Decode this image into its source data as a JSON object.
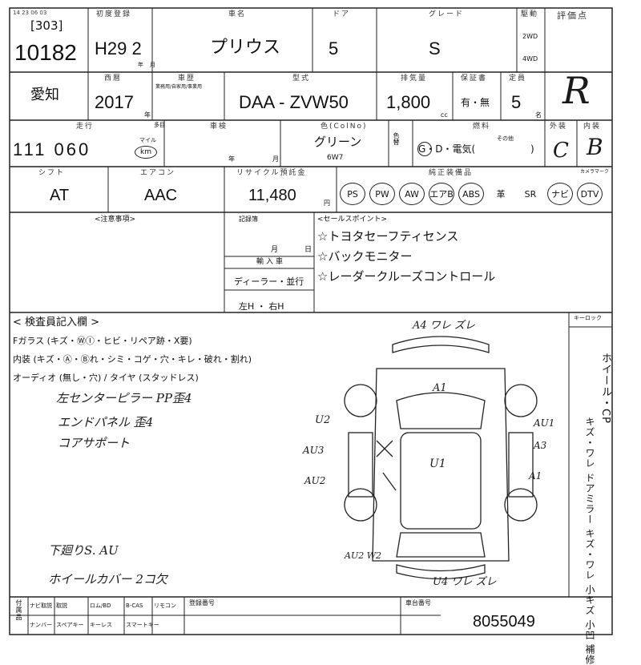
{
  "header": {
    "tiny_date": "14 23 06 03",
    "lane_code": "[303]",
    "lot_number": "10182",
    "labels": {
      "first_reg": "初度登録",
      "car_name": "車名",
      "doors": "ドア",
      "grade": "グレード",
      "drive": "駆動",
      "score": "評価点"
    },
    "first_reg_value": "H29 2",
    "first_reg_unit": "年月",
    "car_name_value": "プリウス",
    "doors_value": "5",
    "grade_value": "S",
    "drive_2wd": "2WD",
    "drive_4wd": "4WD",
    "score_value": "R"
  },
  "row2": {
    "region": "愛知",
    "labels": {
      "model_year": "西暦",
      "history": "車歴",
      "model_type": "型式",
      "displacement": "排気量",
      "warranty": "保証書",
      "capacity": "定員"
    },
    "history_note": "業務用/自家用/事業用",
    "model_year_value": "2017",
    "model_year_unit": "年",
    "model_type_value": "DAA - ZVW50",
    "displacement_value": "1,800",
    "displacement_unit": "cc",
    "warranty_value": "有・無",
    "capacity_value": "5",
    "capacity_unit": "名"
  },
  "row3": {
    "labels": {
      "mileage": "走行",
      "inspection": "車検",
      "color": "色(ColNo)",
      "fuel": "燃料",
      "exterior": "外装",
      "interior": "内装"
    },
    "mileage_prefix_label": "多目",
    "mileage_value": "111 060",
    "mileage_unit": "km",
    "mileage_unit_alt": "マイル",
    "inspection_year": "年",
    "inspection_month": "月",
    "color_value": "グリーン",
    "color_code": "6W7",
    "color_change_label": "色替",
    "fuel_value": "G・D・電気(",
    "fuel_other": "その他",
    "fuel_close": ")",
    "exterior_value": "C",
    "interior_value": "B",
    "camera_label": "カメラマーク"
  },
  "row4": {
    "labels": {
      "shift": "シフト",
      "aircon": "エアコン",
      "recycle": "リサイクル預託金",
      "equipment": "純正装備品"
    },
    "shift_value": "AT",
    "aircon_value": "AAC",
    "recycle_value": "11,480",
    "recycle_unit": "円",
    "equipment": [
      "PS",
      "PW",
      "AW",
      "エアB",
      "ABS",
      "革",
      "SR",
      "ナビ",
      "DTV"
    ],
    "equipment_circled": [
      true,
      true,
      true,
      true,
      true,
      false,
      false,
      true,
      true
    ]
  },
  "row5": {
    "labels": {
      "notes": "<注意事項>",
      "record_label": "記録簿",
      "sales_points": "<セールスポイント>"
    },
    "record_month": "月",
    "record_day": "日",
    "import_label": "輸入車",
    "dealer_value": "ディーラー・並行",
    "steering_value": "左H ・ 右H",
    "sales_points": [
      "☆トヨタセーフティセンス",
      "☆バックモニター",
      "☆レーダークルーズコントロール"
    ]
  },
  "inspection": {
    "title": "< 検査員記入欄 >",
    "lines": [
      "Fガラス (キズ・ⓌⒾ・ヒビ・リペア跡・X要)",
      "内装 (キズ・Ⓐ・Ⓑれ・シミ・コゲ・穴・キレ・破れ・割れ)",
      "オーディオ (無し・穴) / タイヤ (スタッドレス)"
    ],
    "handwritten": [
      "左センターピラー PP歪4",
      "エンドパネル 歪4",
      "コアサポート",
      "下廻りS. AU",
      "ホイールカバー 2コ欠"
    ],
    "side_label": "ホイール・CP",
    "side_vertical": "キズ・ワレ ドアミラー キズ・ワレ 小キズ 小凹 補修",
    "top_right_label": "キーロック"
  },
  "diagram_marks": {
    "top": "A4 ワレ ズレ",
    "a1_roof": "A1",
    "u2": "U2",
    "au3": "AU3",
    "au2": "AU2",
    "u1": "U1",
    "au1": "AU1",
    "a3": "A3",
    "a1_right": "A1",
    "au2w2": "AU2 W2",
    "bottom": "U4 ワレ ズレ"
  },
  "footer": {
    "labels": {
      "cells_row1": [
        "ナビ取説",
        "取説",
        "ロム/BD",
        "B-CAS",
        "リモコン"
      ],
      "cells_row2": [
        "ナンバー",
        "スペアキー",
        "キーレス",
        "スマートキー"
      ],
      "side_label": "付属品",
      "reg_no_label": "登録番号",
      "chassis_label": "車台番号"
    },
    "chassis_value": "8055049"
  }
}
